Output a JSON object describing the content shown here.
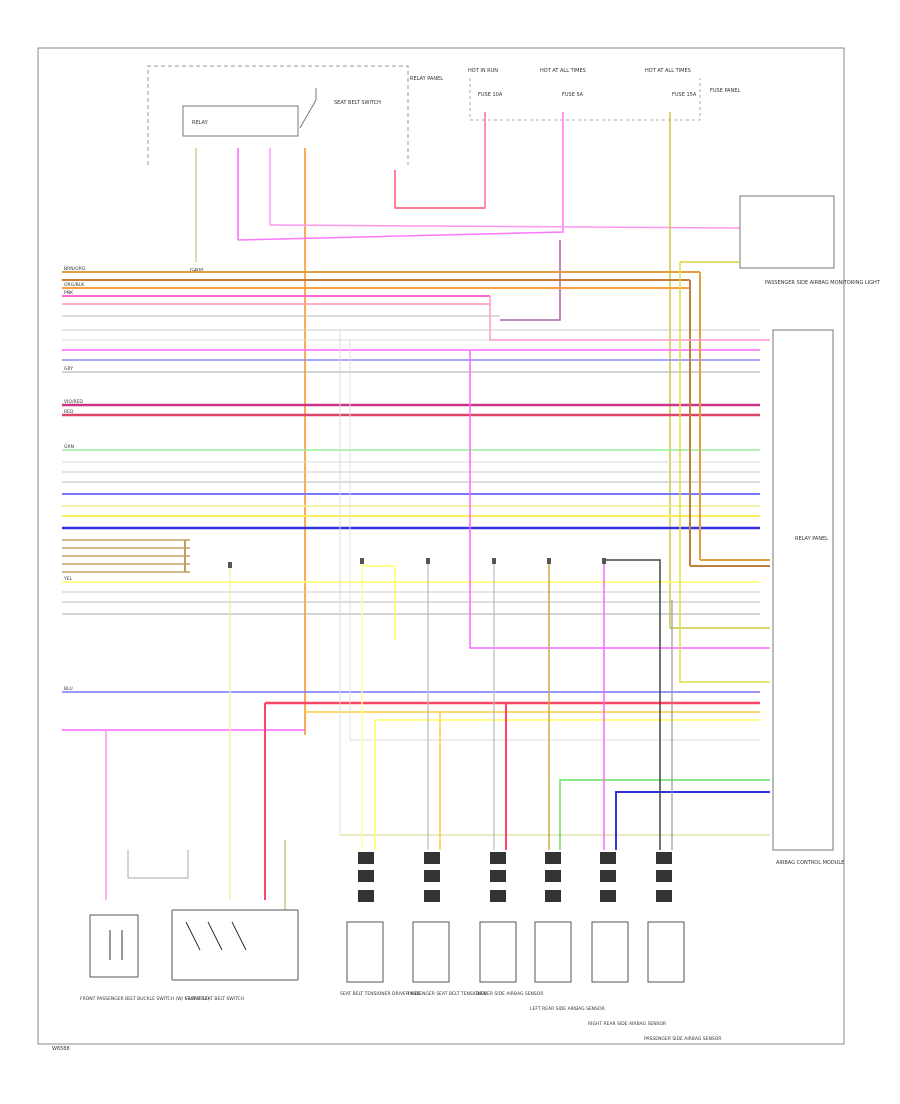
{
  "diagram": {
    "footer_code": "W6588",
    "top_labels": {
      "relay_panel": "RELAY PANEL",
      "relay": "RELAY",
      "seat_belt_switch": "SEAT BELT SWITCH",
      "hot_in_run": "HOT IN RUN",
      "hot_at_all_times_1": "HOT AT ALL TIMES",
      "hot_at_all_times_2": "HOT AT ALL TIMES",
      "fuse_1": "FUSE 10A",
      "fuse_2": "FUSE 5A",
      "fuse_3": "FUSE 15A",
      "fuse_panel": "FUSE PANEL",
      "ground": "G400"
    },
    "right_modules": {
      "passenger_occupant": "PASSENGER SIDE AIRBAG MONITORING LIGHT",
      "airbag_control": "AIRBAG CONTROL MODULE",
      "relay_panel": "RELAY PANEL"
    },
    "components": {
      "front_passenger_belt_switch": "FRONT PASSENGER BELT BUCKLE SWITCH (W/ SEAT BELT)",
      "front_seat_belt_switch": "FRONT SEAT BELT SWITCH",
      "sensor1": "SEAT BELT TENSIONER DRIVER SIDE",
      "sensor2": "PASSENGER SEAT BELT TENSIONER",
      "sensor3": "DRIVER SIDE AIRBAG SENSOR",
      "sensor4": "LEFT REAR SIDE AIRBAG SENSOR",
      "sensor5": "RIGHT REAR SIDE AIRBAG SENSOR",
      "sensor6": "PASSENGER SIDE AIRBAG SENSOR"
    },
    "wire_colors": {
      "brown_orange": "BRN/ORG",
      "orange": "ORG/BLK",
      "pink": "PNK",
      "violet": "VIO/RED",
      "grey": "GRY",
      "red": "RED",
      "green": "GRN",
      "yellow": "YEL",
      "blue": "BLU"
    }
  }
}
